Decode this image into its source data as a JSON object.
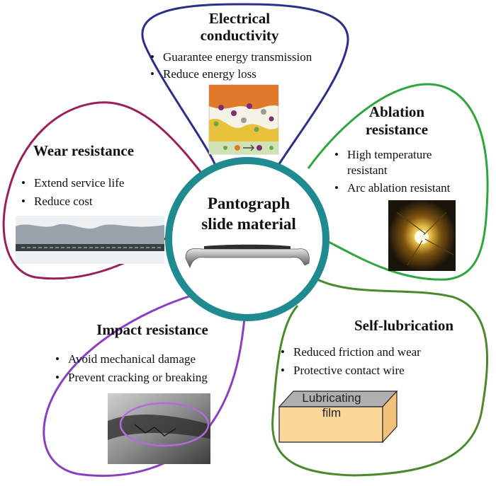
{
  "center": {
    "title_line1": "Pantograph",
    "title_line2": "slide material",
    "ring_color": "#1f8a8f"
  },
  "petals": {
    "electrical": {
      "title_line1": "Electrical",
      "title_line2": "conductivity",
      "bullets": [
        "Guarantee energy transmission",
        "Reduce energy loss"
      ],
      "color": "#2b2f8c"
    },
    "ablation": {
      "title_line1": "Ablation",
      "title_line2": "resistance",
      "bullets": [
        "High temperature",
        "resistant",
        "Arc ablation resistant"
      ],
      "color": "#2ea63c"
    },
    "self_lubrication": {
      "title": "Self-lubrication",
      "bullets": [
        "Reduced friction and wear",
        "Protective contact wire"
      ],
      "film_label_line1": "Lubricating",
      "film_label_line2": "film",
      "color": "#4a8a2c"
    },
    "impact": {
      "title": "Impact resistance",
      "bullets": [
        "Avoid mechanical damage",
        "Prevent cracking or breaking"
      ],
      "color": "#8a3fc0"
    },
    "wear": {
      "title": "Wear resistance",
      "bullets": [
        "Extend service life",
        "Reduce cost"
      ],
      "color": "#9a1f5a"
    }
  },
  "bullet_symbol": "•"
}
